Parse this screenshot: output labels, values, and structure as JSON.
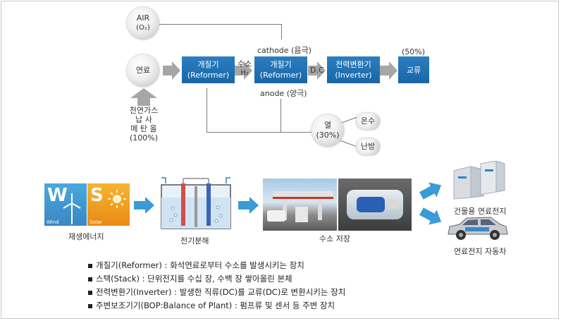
{
  "diagram": {
    "air_label": "AIR",
    "air_sub": "(O₂)",
    "fuel_label": "연료",
    "natural_gas": [
      "천연가스",
      "납  사",
      "메 탄 올",
      "(100%)"
    ],
    "reformer1": [
      "개질기",
      "(Reformer)"
    ],
    "hydrogen_label": "수소",
    "hydrogen_sub": "H₂",
    "cathode_label": "cathode (음극)",
    "reformer2": [
      "개질기",
      "(Reformer)"
    ],
    "anode_label": "anode (양극)",
    "dc_label": "D.C",
    "inverter": [
      "전력변환기",
      "(Inverter)"
    ],
    "pct50": "(50%)",
    "ac_label": "교류",
    "heat_label": "열",
    "heat_pct": "(30%)",
    "hot_water": "온수",
    "heating": "난방"
  },
  "bottom": {
    "renewable_caption": "재생에너지",
    "wind_letter": "W",
    "wind_word": "Wind",
    "solar_letter": "S",
    "solar_word": "Solar",
    "electrolysis_caption": "전기분해",
    "hydrogen_storage_caption": "수소 저장",
    "building_caption": "건물용 연료전지",
    "vehicle_caption": "연료전지 자동차"
  },
  "legend": [
    "개질기(Reformer) : 화석연료로부터 수소를 발생시키는 장치",
    "스택(Stack) : 단위전지를 수십 장, 수백 장 쌓아올린 본체",
    "전력변환기(Inverter) : 발생한 직류(DC)를 교류(DC)로 변환시키는 장치",
    "주변보조기기(BOP:Balance of Plant) : 펌프류 및 센서 등 주변 장치"
  ],
  "colors": {
    "box_blue": "#1f72b6",
    "arrow_blue": "#3b9bd8",
    "arrow_gray": "#a6a6a6"
  }
}
